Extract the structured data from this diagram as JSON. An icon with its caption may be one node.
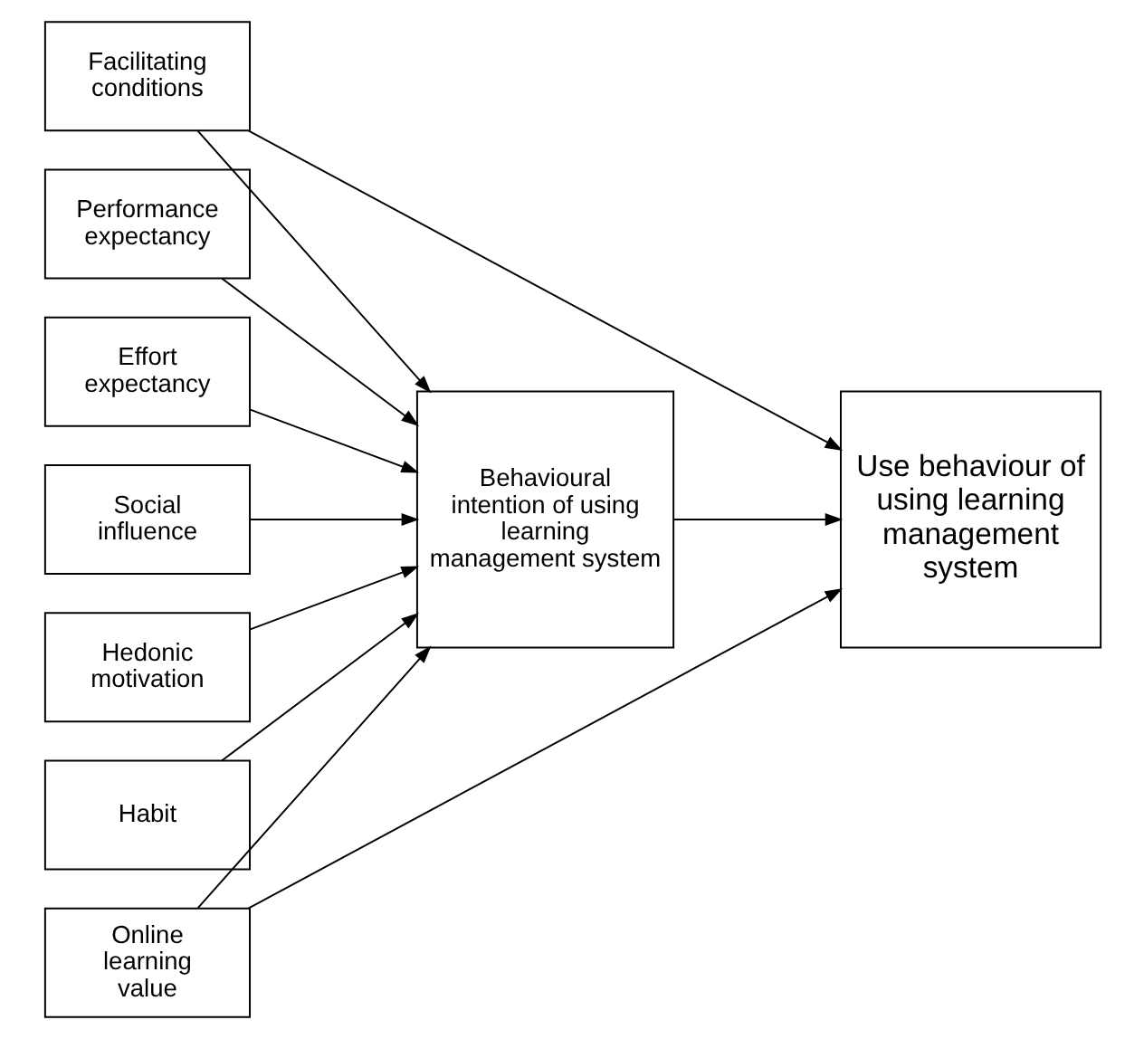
{
  "diagram": {
    "nodes": [
      {
        "text": [
          "Performance expectancy"
        ]
      },
      {
        "text": [
          "Effort expectancy"
        ]
      },
      {
        "text": [
          "Social influence"
        ]
      },
      {
        "text": [
          "Facilitating conditions"
        ]
      },
      {
        "text": [
          "Hedonic motivation"
        ]
      },
      {
        "text": [
          "Habit"
        ]
      },
      {
        "text": [
          "Online learning value"
        ]
      },
      {
        "text": [
          "Behavioural intention of using learning management system"
        ]
      },
      {
        "text": [
          "Use behaviour of using learning management system"
        ]
      }
    ],
    "edges": [
      {
        "from": 0,
        "to": 7,
        "arrow": "to"
      },
      {
        "from": 1,
        "to": 7,
        "arrow": "to"
      },
      {
        "from": 2,
        "to": 7,
        "arrow": "to"
      },
      {
        "from": 3,
        "to": 7,
        "arrow": "to"
      },
      {
        "from": 4,
        "to": 7,
        "arrow": "to"
      },
      {
        "from": 5,
        "to": 7,
        "arrow": "to"
      },
      {
        "from": 6,
        "to": 7,
        "arrow": "to"
      },
      {
        "from": 3,
        "to": 8,
        "arrow": "to"
      },
      {
        "from": 6,
        "to": 8,
        "arrow": "to"
      },
      {
        "from": 7,
        "to": 8,
        "arrow": "to"
      }
    ]
  }
}
